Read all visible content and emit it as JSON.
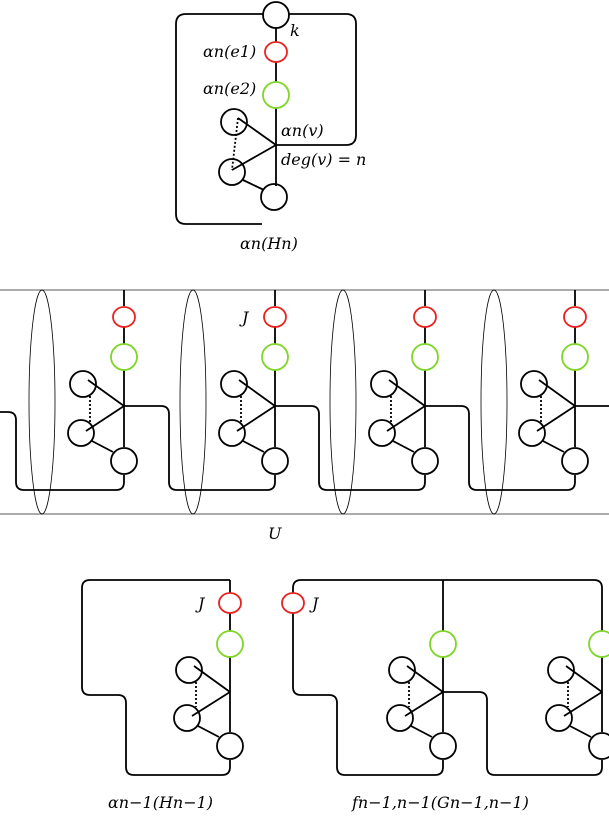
{
  "labels": {
    "k": "k",
    "alpha_e1": "αn(e1)",
    "alpha_e2": "αn(e2)",
    "alpha_v": "αn(v)",
    "deg_v": "deg(v) = n",
    "alpha_Hn": "αn(Hn)",
    "U": "U",
    "J": "J",
    "alpha_Hn1": "αn−1(Hn−1)",
    "f_G": "fn−1,n−1(Gn−1,n−1)"
  },
  "colors": {
    "ink": "#000000",
    "red_circle": "#e8231f",
    "green_circle": "#7fd627",
    "boundary": "#7a7a7a"
  }
}
